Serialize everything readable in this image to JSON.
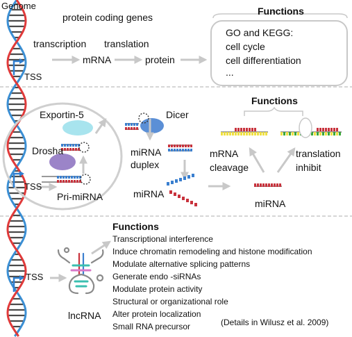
{
  "labels": {
    "genome": "Genome",
    "protein_coding_genes": "protein coding genes",
    "transcription": "transcription",
    "translation": "translation",
    "mrna": "mRNA",
    "protein": "protein",
    "tss_1": "TSS",
    "tss_2": "TSS",
    "tss_3": "TSS",
    "exportin": "Exportin-5",
    "drosha": "Drosha",
    "dicer": "Dicer",
    "pri_mirna": "Pri-miRNA",
    "mirna_duplex_1": "miRNA",
    "mirna_duplex_2": "duplex",
    "mirna_single": "miRNA",
    "mirna_mature": "miRNA",
    "mrna_cleavage_1": "mRNA",
    "mrna_cleavage_2": "cleavage",
    "translation_inhibit_1": "translation",
    "translation_inhibit_2": "inhibit",
    "lncrna": "lncRNA",
    "citation": "(Details in Wilusz et al. 2009)"
  },
  "functions_box": {
    "title": "Functions",
    "lines": [
      "GO and KEGG:",
      "cell cycle",
      "cell differentiation",
      "..."
    ]
  },
  "mirna_functions_title": "Functions",
  "lncrna_functions": {
    "title": "Functions",
    "items": [
      "Transcriptional interference",
      "Induce chromatin remodeling and histone modification",
      "Modulate alternative splicing patterns",
      "Generate endo -siRNAs",
      "Modulate protein activity",
      "Structural or organizational role",
      "Alter protein localization",
      "Small RNA precursor"
    ]
  },
  "colors": {
    "strand_red": "#e03a3a",
    "strand_blue": "#3b8fd4",
    "arrow_gray": "#c8c8c8",
    "tss_blue": "#2f7fd0",
    "exportin": "#a8e4ee",
    "drosha": "#9b84c8",
    "dicer": "#5b8fd6",
    "rna_red": "#c8323c",
    "rna_blue": "#3a7fcf",
    "green": "#38a838",
    "yellow": "#f0e040"
  }
}
